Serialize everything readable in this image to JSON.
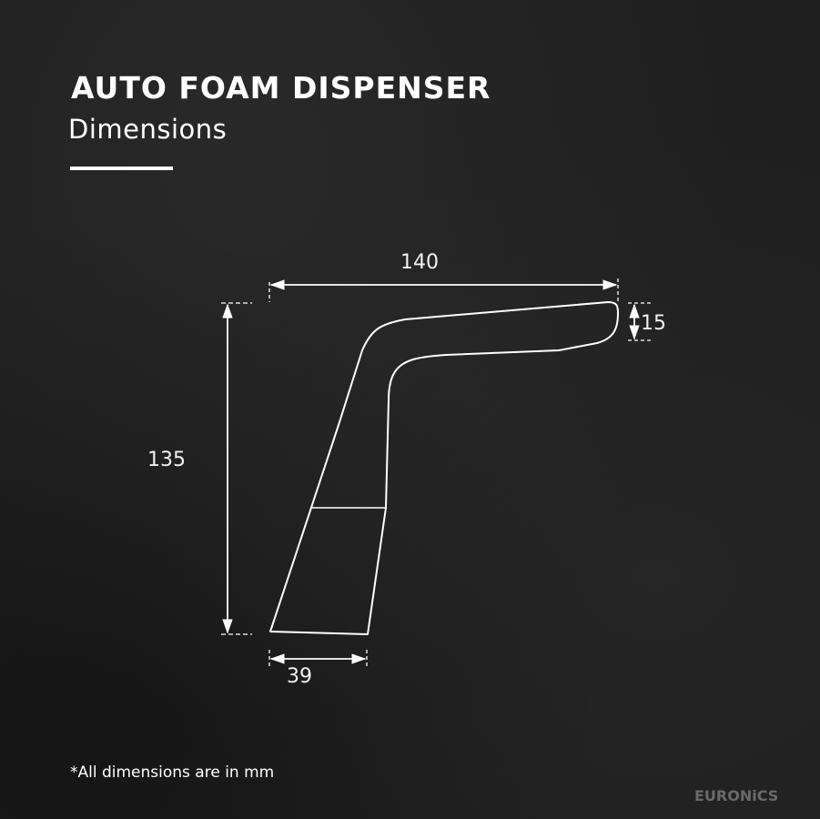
{
  "header": {
    "title": "AUTO FOAM DISPENSER",
    "subtitle": "Dimensions"
  },
  "dimensions": {
    "width": "140",
    "height": "135",
    "spout_thickness": "15",
    "base_width": "39"
  },
  "footer": {
    "note": "*All dimensions are in mm",
    "brand": "EURONiCS"
  },
  "colors": {
    "background": "#1f1f1f",
    "line": "#ffffff",
    "brand": "#6a6a6a"
  }
}
